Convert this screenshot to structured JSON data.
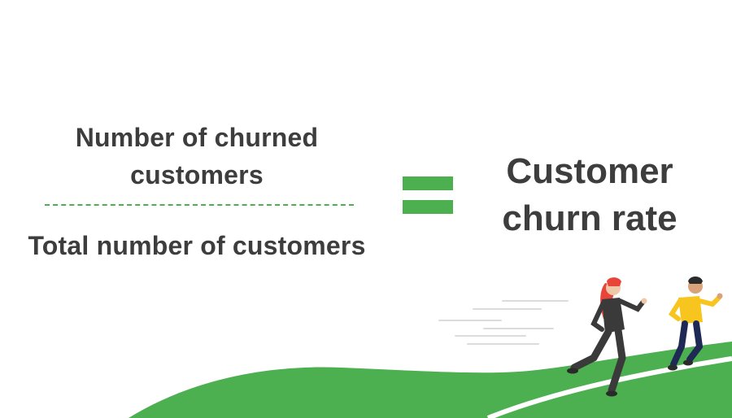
{
  "formula": {
    "numerator": "Number of churned customers",
    "denominator": "Total number of customers",
    "result": "Customer churn rate"
  },
  "colors": {
    "accent_green": "#4caf50",
    "text_dark": "#3d3d3d",
    "runner_woman_hair": "#e8443a",
    "runner_man_shirt": "#f7c51e"
  },
  "icons": [
    "equals-icon",
    "running-woman-icon",
    "running-man-icon",
    "speed-lines-icon"
  ]
}
